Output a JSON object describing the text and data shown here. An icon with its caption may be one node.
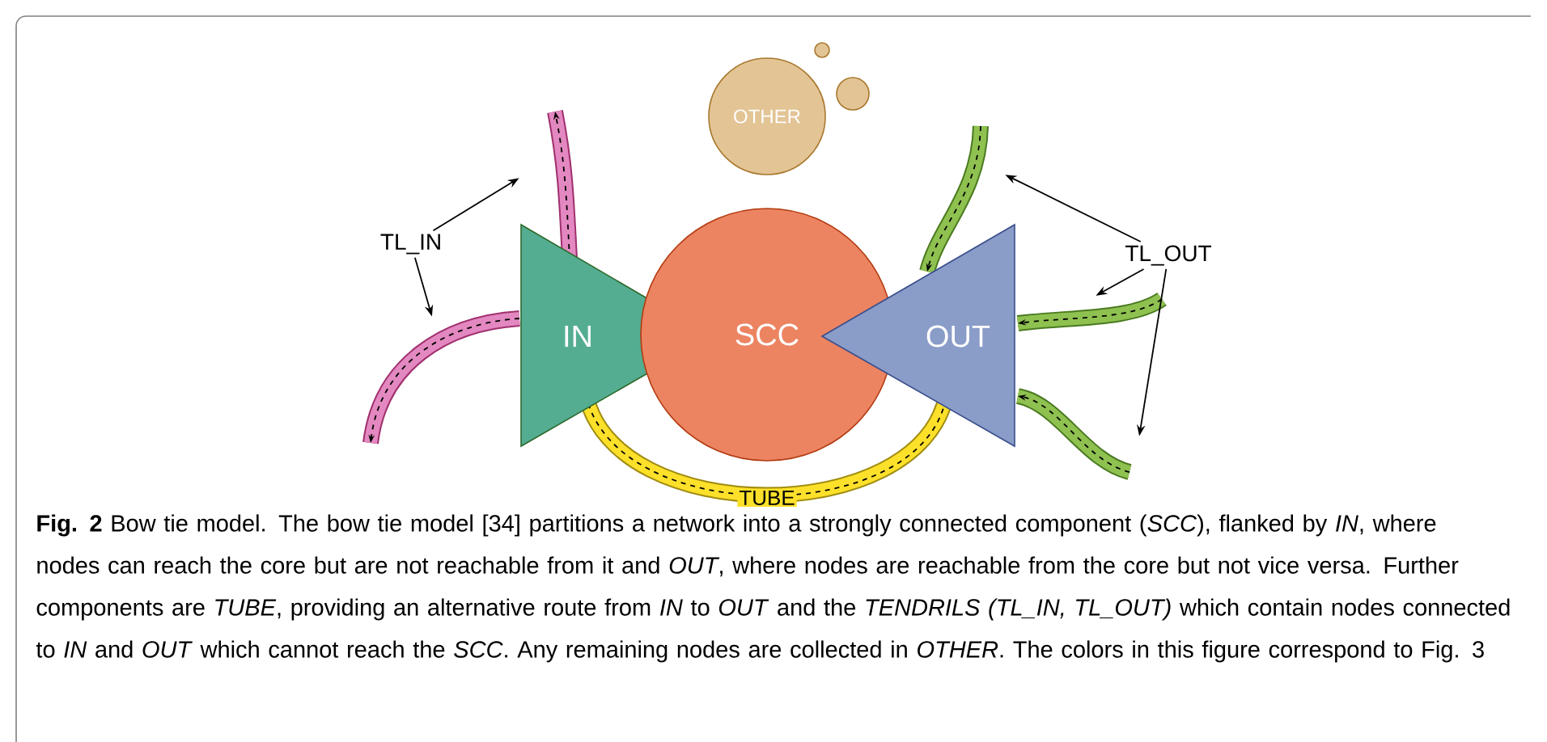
{
  "diagram": {
    "caption": "**Fig. 2** Bow tie model. The bow tie model [34] partitions a network into a strongly connected component (*SCC*), flanked by *IN*, where nodes can reach the core but are not reachable from it and *OUT*, where nodes are reachable from the core but not vice versa. Further components are *TUBE*, providing an alternative route from *IN* to *OUT* and the *TENDRILS (TL_IN, TL_OUT)* which contain nodes connected to *IN* and *OUT* which cannot reach the *SCC*. Any remaining nodes are collected in *OTHER*. The colors in this figure correspond to Fig. 3",
    "nodes": [
      {
        "text": [
          "OTHER"
        ]
      },
      {
        "text": [],
        "shape": "circle"
      },
      {
        "text": [],
        "shape": "circle"
      },
      {
        "text": [
          "TL_IN"
        ]
      },
      {
        "text": [
          "IN"
        ]
      },
      {
        "text": [
          "SCC"
        ]
      },
      {
        "text": [
          "OUT"
        ]
      },
      {
        "text": [
          "TL_OUT"
        ]
      },
      {
        "text": [
          "TUBE"
        ]
      },
      {
        "text": [],
        "shape": "band"
      },
      {
        "text": [],
        "shape": "band"
      },
      {
        "text": [],
        "shape": "band"
      },
      {
        "text": [],
        "shape": "band"
      },
      {
        "text": [],
        "shape": "band"
      }
    ],
    "edges": [
      {
        "from": 3,
        "to": 9,
        "arrow": "to"
      },
      {
        "from": 3,
        "to": 10,
        "arrow": "to"
      },
      {
        "from": 7,
        "to": 11,
        "arrow": "to"
      },
      {
        "from": 7,
        "to": 12,
        "arrow": "to"
      },
      {
        "from": 7,
        "to": 13,
        "arrow": "to"
      }
    ]
  }
}
